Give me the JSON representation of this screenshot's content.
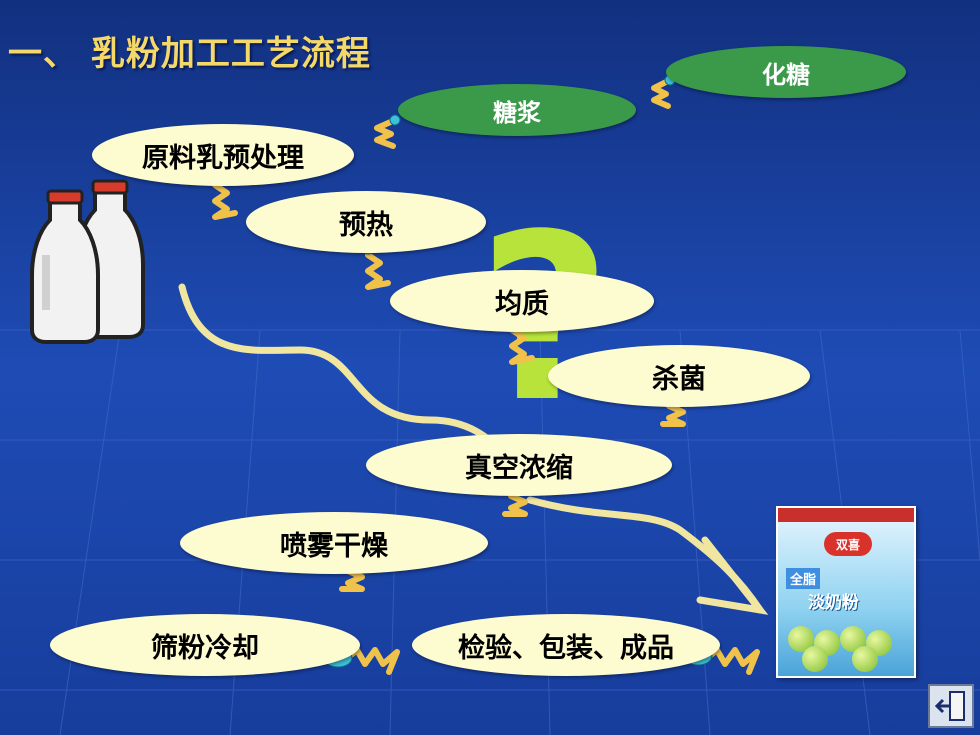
{
  "title": "一、 乳粉加工工艺流程",
  "nodes": {
    "raw_milk": "原料乳预处理",
    "preheat": "预热",
    "homogenize": "均质",
    "sterilize": "杀菌",
    "concentrate": "真空浓缩",
    "spray_dry": "喷雾干燥",
    "sieve_cool": "筛粉冷却",
    "inspect_pack": "检验、包装、成品",
    "syrup": "糖浆",
    "dissolve_sugar": "化糖"
  },
  "question_mark": "?",
  "product": {
    "brand": "双喜",
    "type_tag": "全脂",
    "name": "淡奶粉"
  },
  "icons": {
    "exit": "exit-door-icon",
    "bottles": "milk-bottles-icon",
    "arrow": "squiggle-arrow-icon"
  },
  "colors": {
    "background": "#1f3fa5",
    "title": "#f4d86a",
    "node_fill": "#fdfbd0",
    "green_node": "#3a9a4a",
    "arrow": "#f0c24a",
    "question": "#b7e33b"
  }
}
